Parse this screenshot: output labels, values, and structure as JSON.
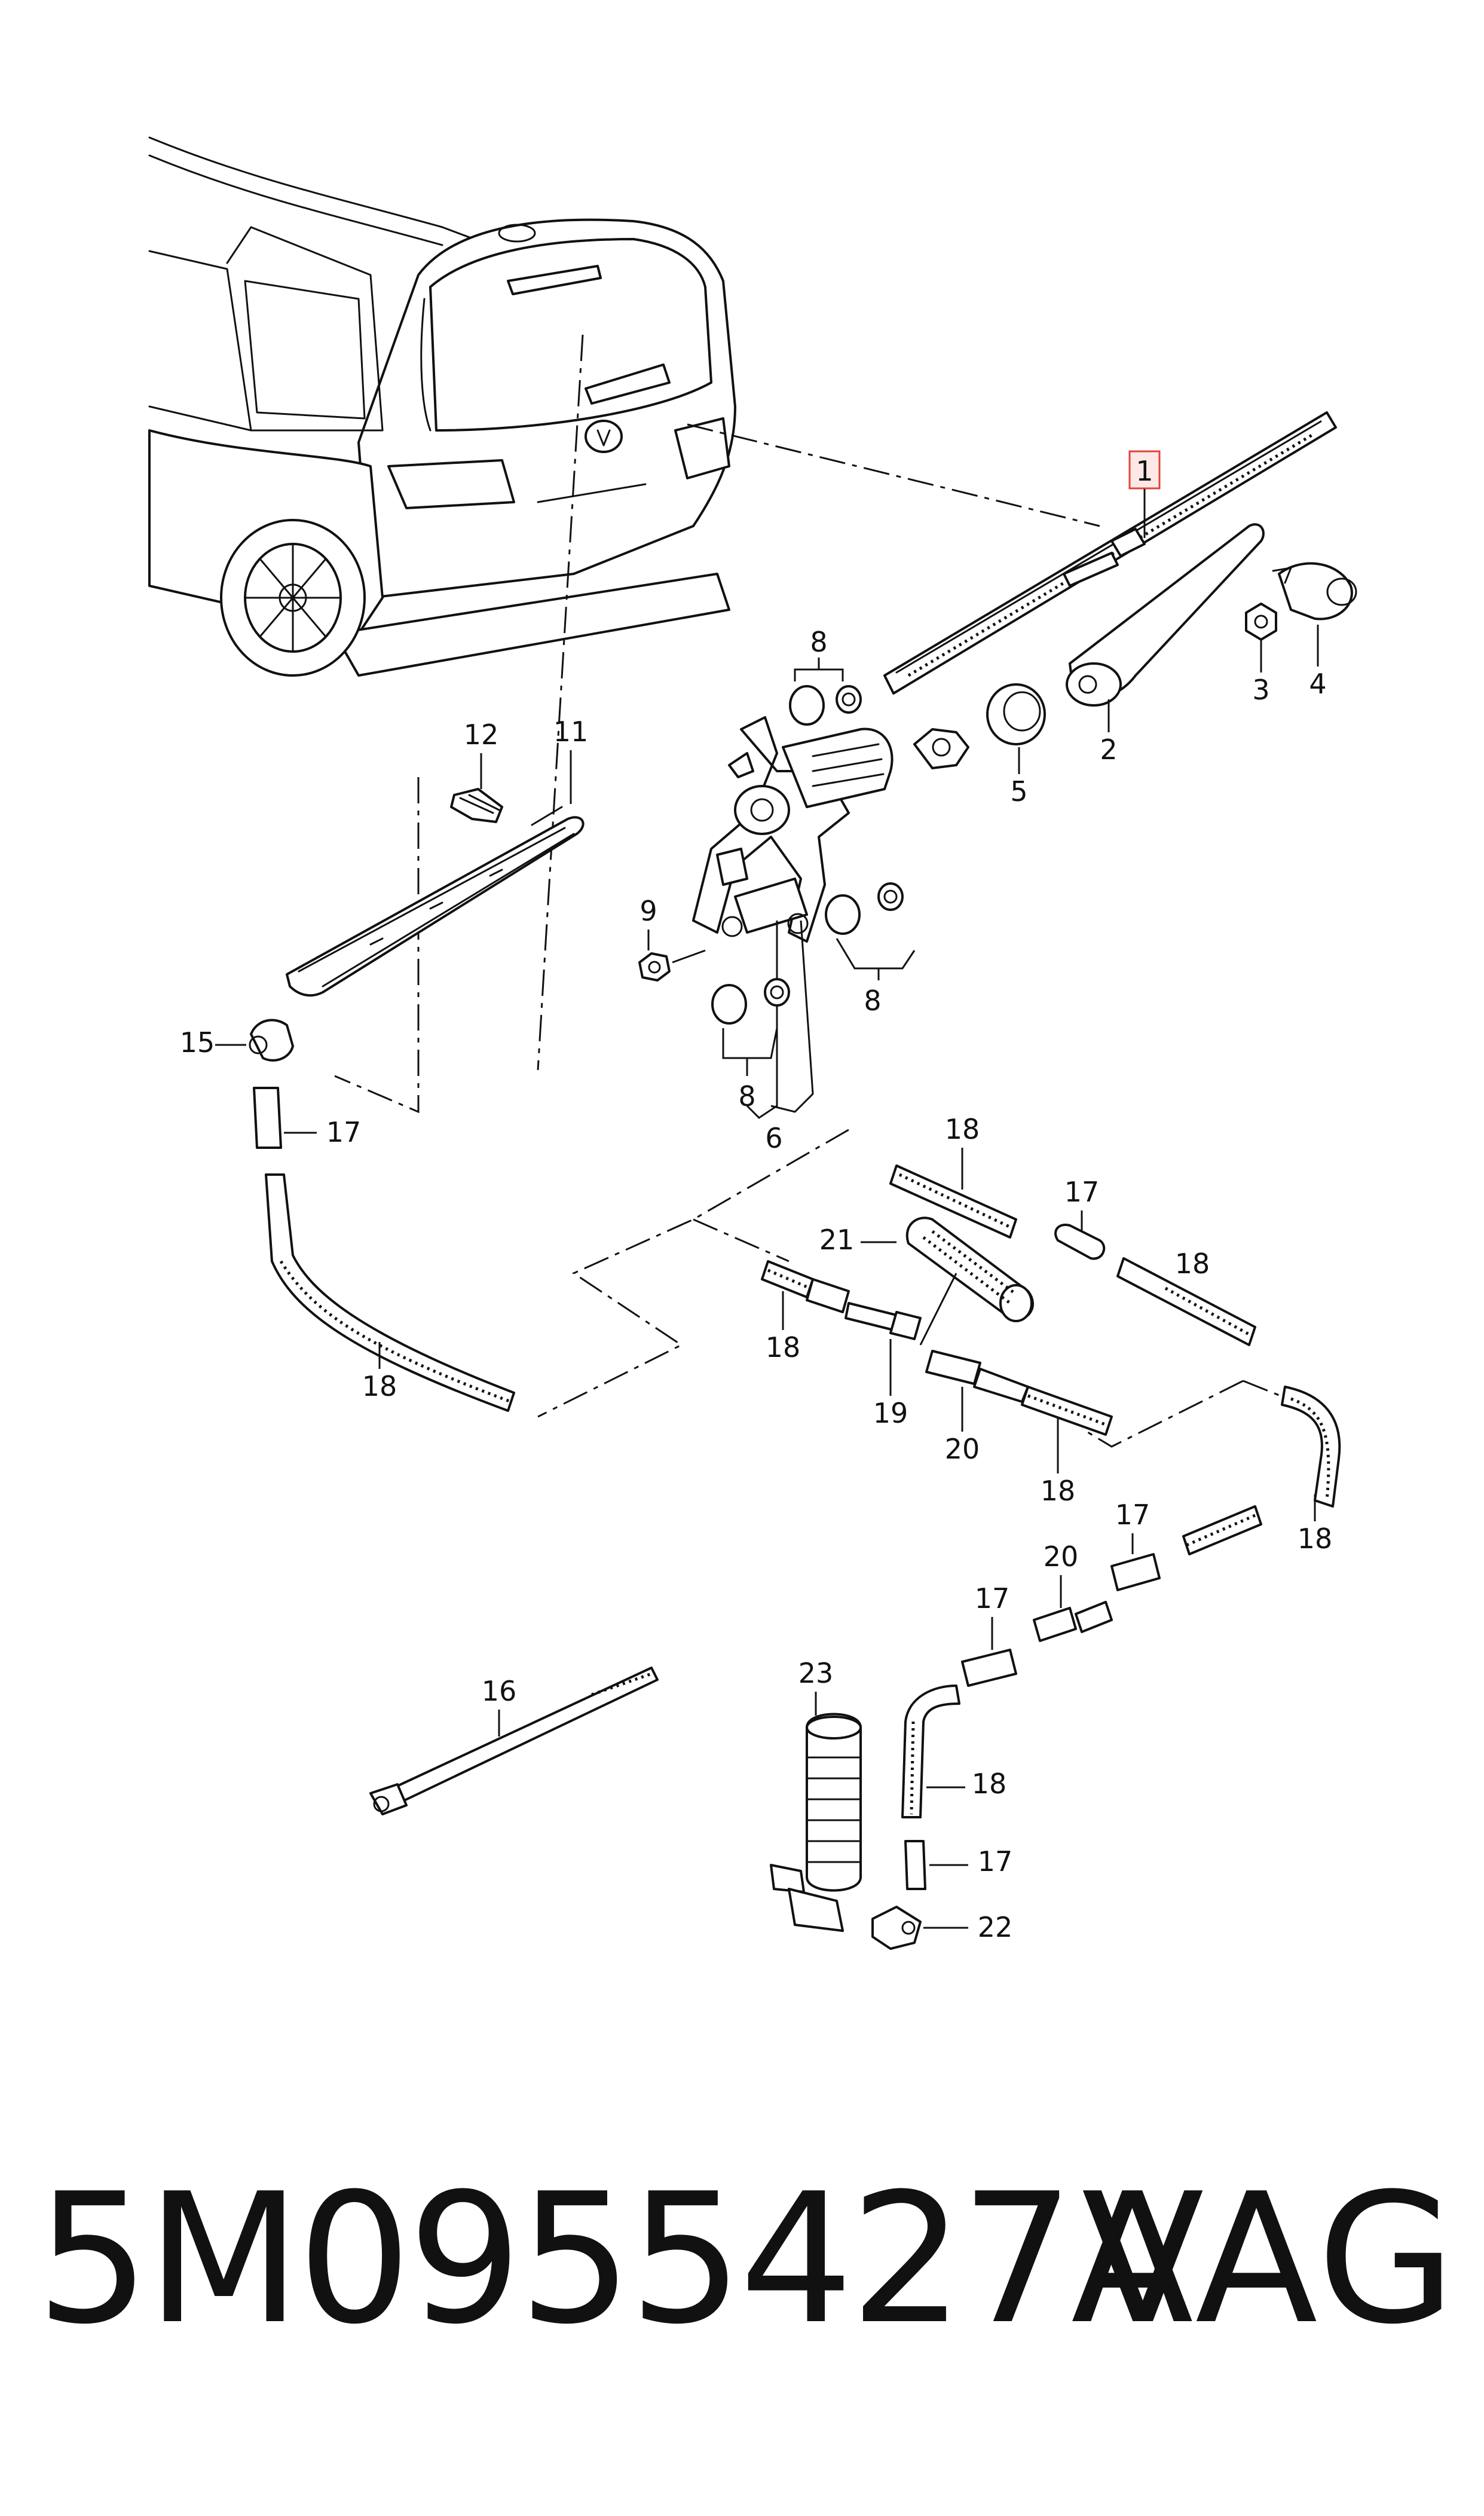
{
  "diagram": {
    "callouts": {
      "c1": "1",
      "c2": "2",
      "c3": "3",
      "c4": "4",
      "c5": "5",
      "c6": "6",
      "c8a": "8",
      "c8b": "8",
      "c8c": "8",
      "c9": "9",
      "c11": "11",
      "c12": "12",
      "c15": "15",
      "c16": "16",
      "c17a": "17",
      "c17b": "17",
      "c17c": "17",
      "c17d": "17",
      "c17e": "17",
      "c18a": "18",
      "c18b": "18",
      "c18c": "18",
      "c18d": "18",
      "c18e": "18",
      "c18f": "18",
      "c18g": "18",
      "c19": "19",
      "c20a": "20",
      "c20b": "20",
      "c21": "21",
      "c22": "22",
      "c23": "23"
    },
    "highlight_color": "#e0453c"
  },
  "footer": {
    "part_number": "5M0955427A",
    "brand": "VAG"
  }
}
